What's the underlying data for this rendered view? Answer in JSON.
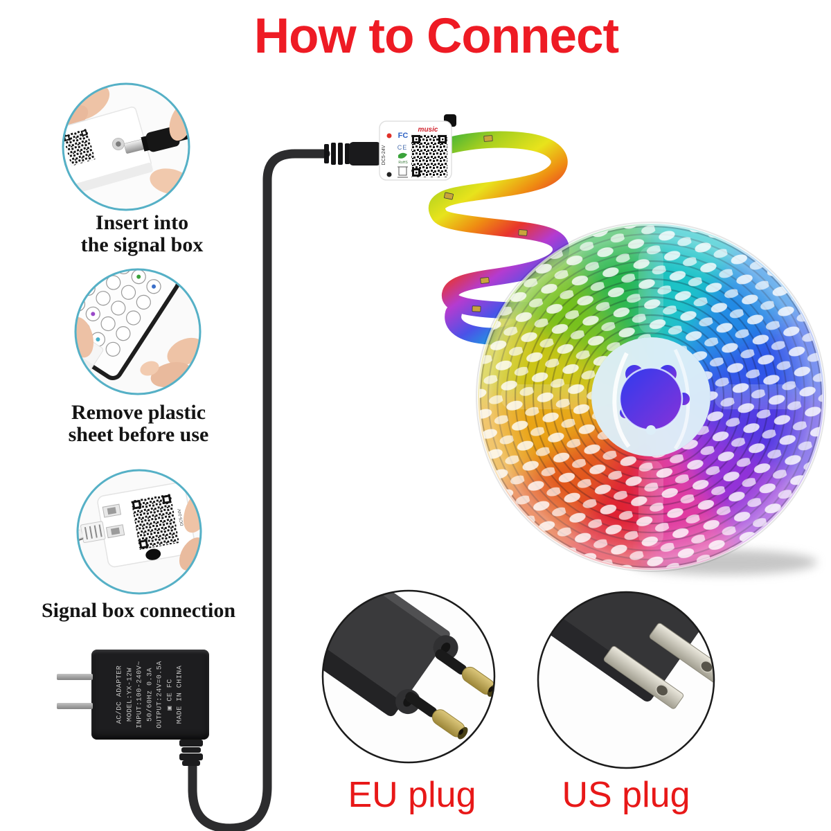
{
  "title": {
    "text": "How to Connect"
  },
  "steps": [
    {
      "caption_line1": "Insert into",
      "caption_line2": "the signal box"
    },
    {
      "caption_line1": "Remove plastic",
      "caption_line2": "sheet before use"
    },
    {
      "caption_line1": "Signal box connection",
      "caption_line2": ""
    }
  ],
  "controller": {
    "logo_text": "music",
    "cert_fcc": "FC",
    "cert_ce": "CE",
    "cert_rohs": "RoHS",
    "voltage_label": "DC5-24V"
  },
  "adapter": {
    "line1": "AC/DC ADAPTER",
    "line2": "MODEL:YX-12W",
    "line3": "INPUT:100-240V~",
    "line4": "50/60Hz 0.3A",
    "line5": "OUTPUT:24V=0.5A",
    "marks": "▣ CE FC",
    "line6": "MADE IN CHINA"
  },
  "plugs": {
    "eu_label": "EU plug",
    "us_label": "US plug"
  },
  "colors": {
    "title_red": "#ee1b24",
    "label_red": "#e81818",
    "circle_border": "#55b0c6",
    "reel_top": "#1fc3c8",
    "reel_right": "#5338e2",
    "reel_bottom": "#e02430",
    "reel_left": "#ccc516"
  }
}
